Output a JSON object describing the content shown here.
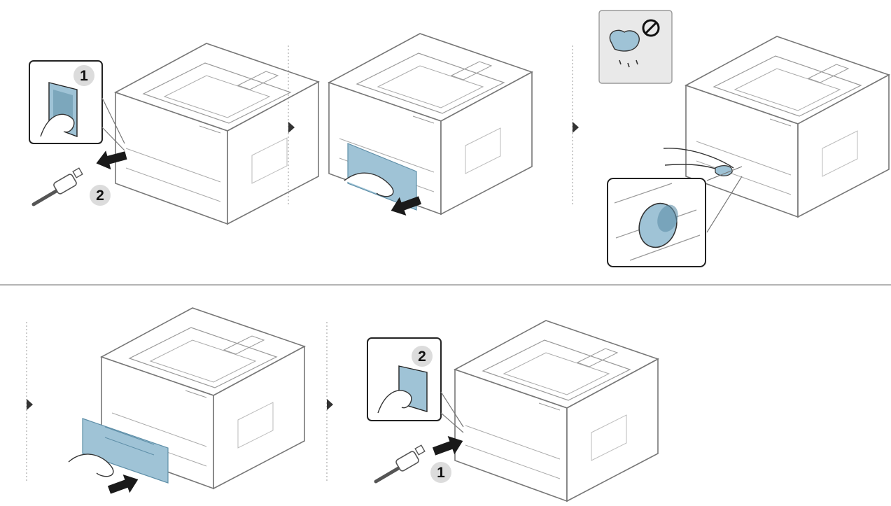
{
  "steps": [
    {
      "id": "step-unplug",
      "callouts": [
        "1",
        "2"
      ]
    },
    {
      "id": "step-remove-tray",
      "callouts": []
    },
    {
      "id": "step-clean-roller",
      "callouts": [],
      "icons": [
        "wet-cloth-icon",
        "prohibited-icon"
      ]
    },
    {
      "id": "step-insert-tray",
      "callouts": []
    },
    {
      "id": "step-replug",
      "callouts": [
        "2",
        "1"
      ]
    }
  ],
  "colors": {
    "line": "#7a7a7a",
    "highlight": "#9fc3d6",
    "highlight_dark": "#5f8fa8",
    "arrow": "#1a1a1a",
    "callout_badge": "#dcdcdc"
  }
}
